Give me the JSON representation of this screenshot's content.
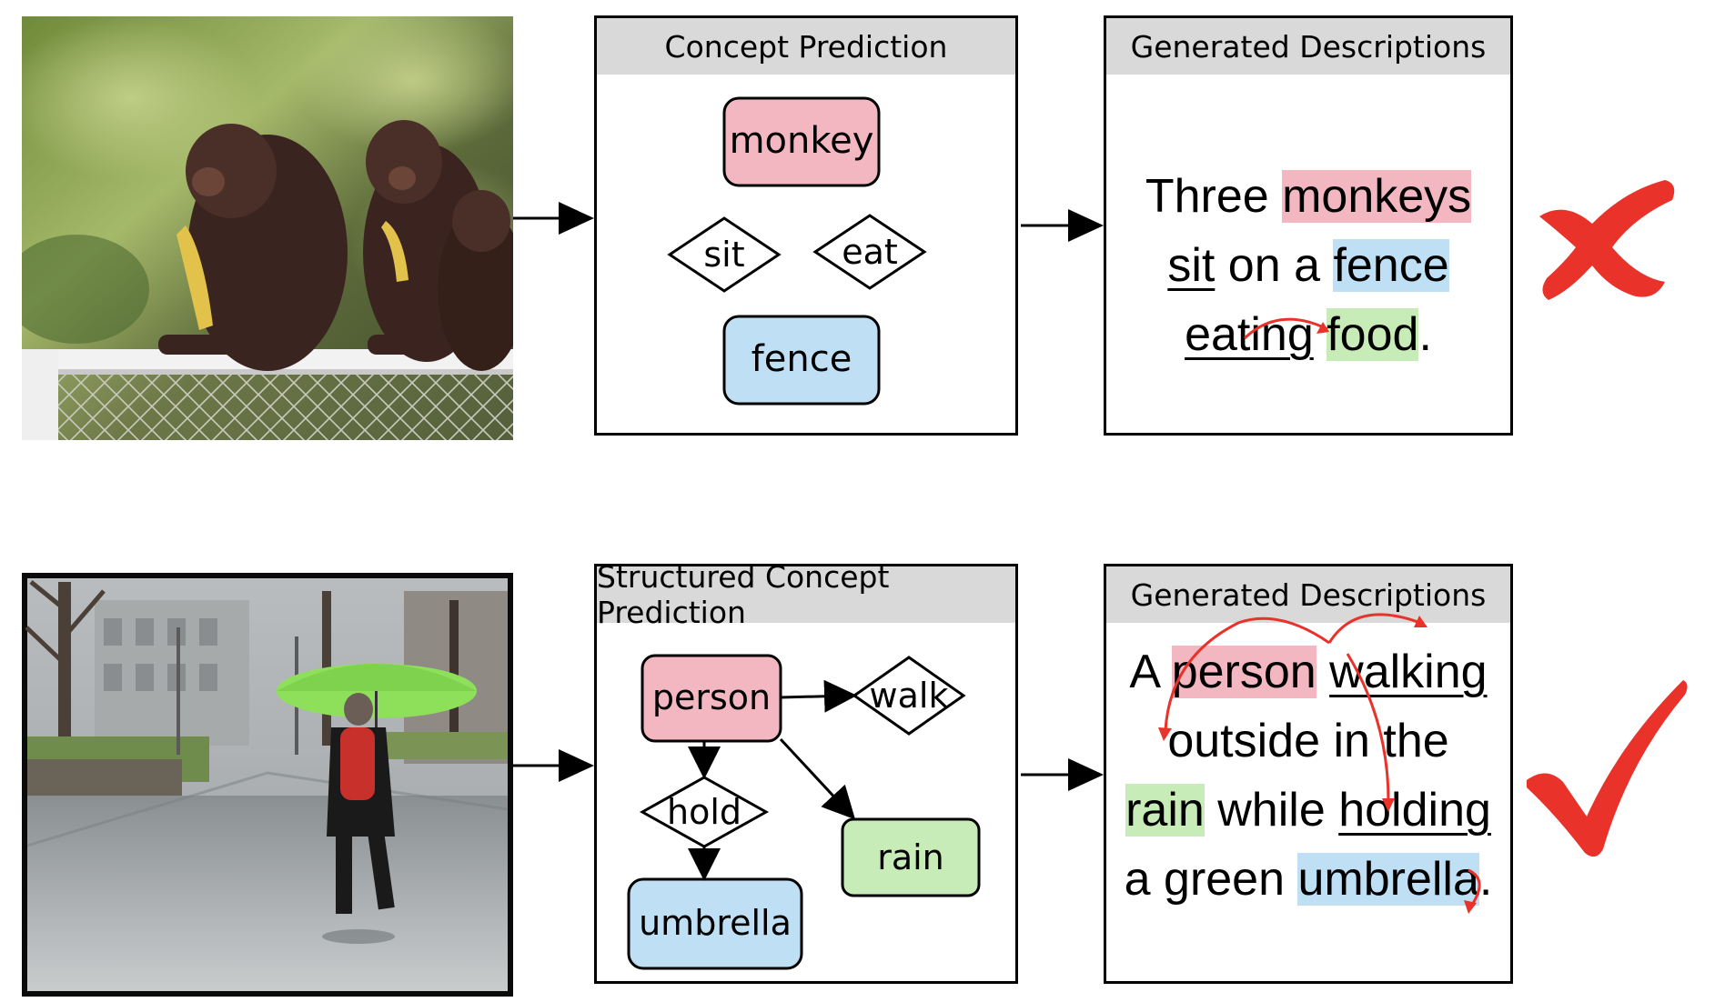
{
  "row1": {
    "concept_title": "Concept Prediction",
    "concepts": {
      "monkey": "monkey",
      "sit": "sit",
      "eat": "eat",
      "fence": "fence"
    },
    "desc_title": "Generated Descriptions",
    "desc_lines": [
      [
        {
          "t": "Three "
        },
        {
          "t": "monkeys",
          "hl": "red"
        }
      ],
      [
        {
          "t": "sit",
          "ul": true
        },
        {
          "t": " on a "
        },
        {
          "t": "fence",
          "hl": "blue"
        }
      ],
      [
        {
          "t": "eating",
          "ul": true
        },
        {
          "t": " "
        },
        {
          "t": "food",
          "hl": "green"
        },
        {
          "t": "."
        }
      ]
    ],
    "verdict_icon": "cross-icon"
  },
  "row2": {
    "concept_title": "Structured Concept Prediction",
    "concepts": {
      "person": "person",
      "walk": "walk",
      "hold": "hold",
      "rain": "rain",
      "umbrella": "umbrella"
    },
    "desc_title": "Generated Descriptions",
    "desc_lines": [
      [
        {
          "t": "A "
        },
        {
          "t": "person",
          "hl": "red"
        },
        {
          "t": " "
        },
        {
          "t": "walking",
          "ul": true
        }
      ],
      [
        {
          "t": "outside in the"
        }
      ],
      [
        {
          "t": "rain",
          "hl": "green"
        },
        {
          "t": " while "
        },
        {
          "t": "holding",
          "ul": true
        }
      ],
      [
        {
          "t": "a green "
        },
        {
          "t": "umbrella",
          "hl": "blue"
        },
        {
          "t": "."
        }
      ]
    ],
    "verdict_icon": "check-icon"
  },
  "colors": {
    "red_highlight": "#f2b7c1",
    "blue_highlight": "#bfdff5",
    "green_highlight": "#c8ecb7",
    "header_gray": "#d9d9d9",
    "verdict_red": "#e8322a"
  }
}
